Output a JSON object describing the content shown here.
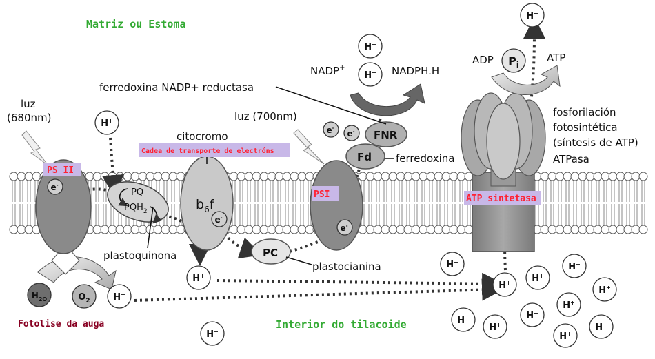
{
  "labels": {
    "stroma": "Matriz ou Estoma",
    "lumen": "Interior do tilacoide",
    "photolysis": "Fotolise da auga",
    "light680": "luz",
    "light680nm": "(680nm)",
    "light700": "luz (700nm)",
    "psii": "PS II",
    "psi": "PSI",
    "cytochrome": "citocromo",
    "transport_chain": "Cadea de transporte de electróns",
    "b6f": "b",
    "b6f_sub": "6",
    "b6f_f": "f",
    "pq": "PQ",
    "pqh2": "PQH",
    "pqh2_sub": "2",
    "plastoquinone": "plastoquinona",
    "pc": "PC",
    "plastocyanin": "plastocianina",
    "fd": "Fd",
    "ferredoxin": "ferredoxina",
    "fnr": "FNR",
    "fnr_name": "ferredoxina NADP+ reductasa",
    "nadp": "NADP",
    "nadp_sup": "+",
    "nadph": "NADPH.H",
    "adp": "ADP",
    "pi": "P",
    "pi_sub": "i",
    "atp": "ATP",
    "fosforilacion_1": "fosforilación",
    "fosforilacion_2": "fotosintética",
    "fosforilacion_3": "(síntesis de ATP)",
    "atpasa": "ATPasa",
    "atp_synthase": "ATP sintetasa",
    "h2o": "H",
    "h2o_sub": "2",
    "h2o_o": "O",
    "o2": "O",
    "o2_sub": "2",
    "electron": "e",
    "electron_sup": "-",
    "proton": "H",
    "proton_sup": "+"
  },
  "colors": {
    "stroma_text": "#33aa33",
    "title_red": "#ff2233",
    "photolysis_red": "#880022",
    "label_box": "#c8b8e8",
    "complex_dark": "#8a8a8a",
    "complex_light": "#c9c9c9"
  }
}
